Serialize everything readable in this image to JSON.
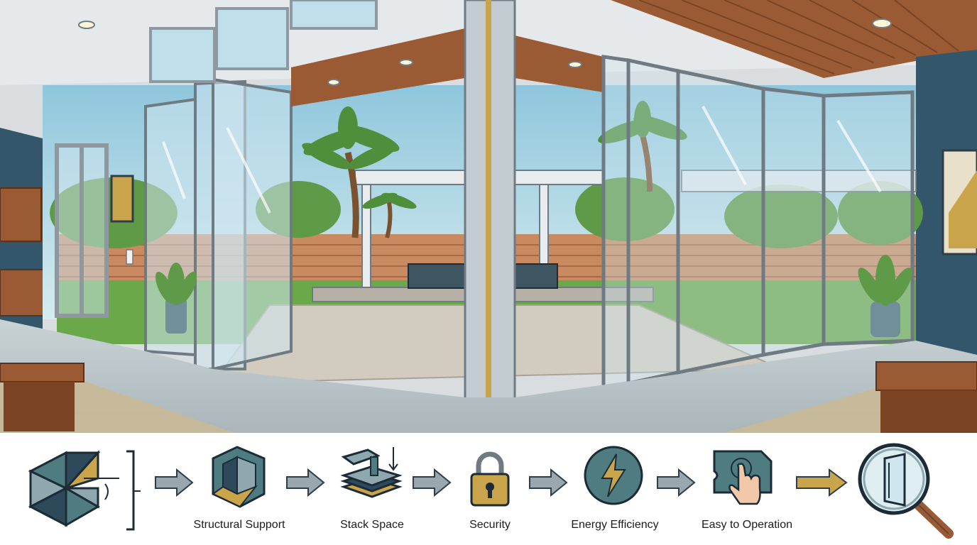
{
  "steps": [
    {
      "icon": "geometry-icon",
      "label": ""
    },
    {
      "icon": "structural-support-icon",
      "label": "Structural Support"
    },
    {
      "icon": "stack-space-icon",
      "label": "Stack Space"
    },
    {
      "icon": "padlock-icon",
      "label": "Security"
    },
    {
      "icon": "lightning-icon",
      "label": "Energy Efficiency"
    },
    {
      "icon": "touch-hand-icon",
      "label": "Easy to Operation"
    },
    {
      "icon": "magnifier-door-icon",
      "label": ""
    }
  ],
  "colors": {
    "frame": "#b9c2c8",
    "frame_dark": "#6f7b83",
    "glass": "#cfe6ee",
    "wall_blue": "#34566b",
    "wood": "#9a5a34",
    "sky": "#a9d4e4",
    "grass": "#6aa84a",
    "icon_teal": "#4f7c80",
    "icon_dark": "#2e4a5a",
    "icon_gold": "#c9a44a",
    "arrow_gray": "#9aa7ae",
    "arrow_gold": "#c9a44a"
  }
}
